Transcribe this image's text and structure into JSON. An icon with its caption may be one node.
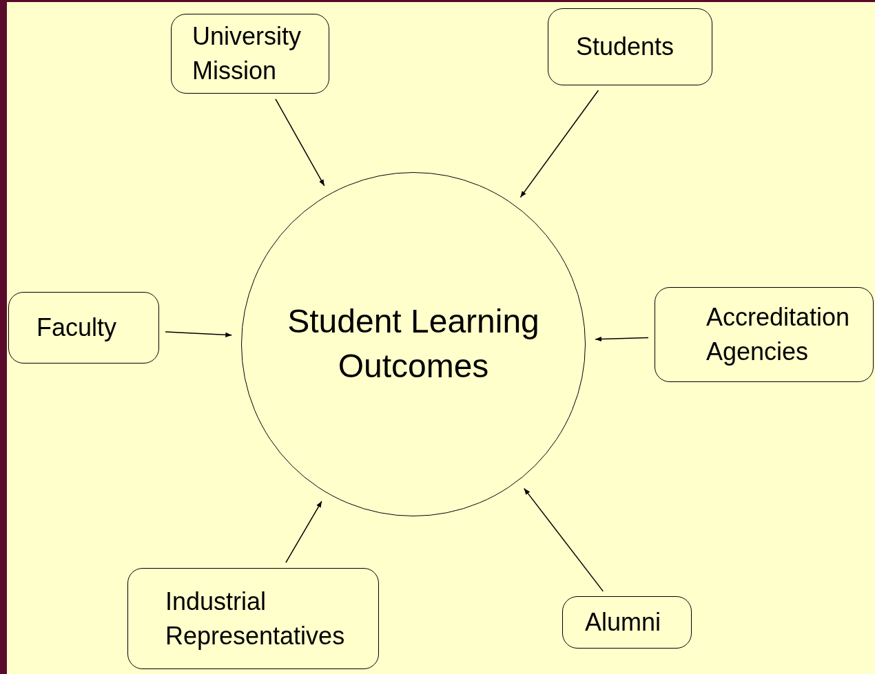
{
  "diagram": {
    "nodes": [
      {
        "text": [
          "Student Learning Outcomes"
        ]
      },
      {
        "text": [
          "University Mission"
        ]
      },
      {
        "text": [
          "Students"
        ]
      },
      {
        "text": [
          "Faculty"
        ]
      },
      {
        "text": [
          "Accreditation Agencies"
        ]
      },
      {
        "text": [
          "Industrial Representatives"
        ]
      },
      {
        "text": [
          "Alumni"
        ]
      }
    ],
    "edges": [
      {
        "from": 1,
        "to": 0,
        "arrow": "to"
      },
      {
        "from": 2,
        "to": 0,
        "arrow": "to"
      },
      {
        "from": 3,
        "to": 0,
        "arrow": "to"
      },
      {
        "from": 4,
        "to": 0,
        "arrow": "to"
      },
      {
        "from": 5,
        "to": 0,
        "arrow": "to"
      },
      {
        "from": 6,
        "to": 0,
        "arrow": "to"
      }
    ]
  }
}
